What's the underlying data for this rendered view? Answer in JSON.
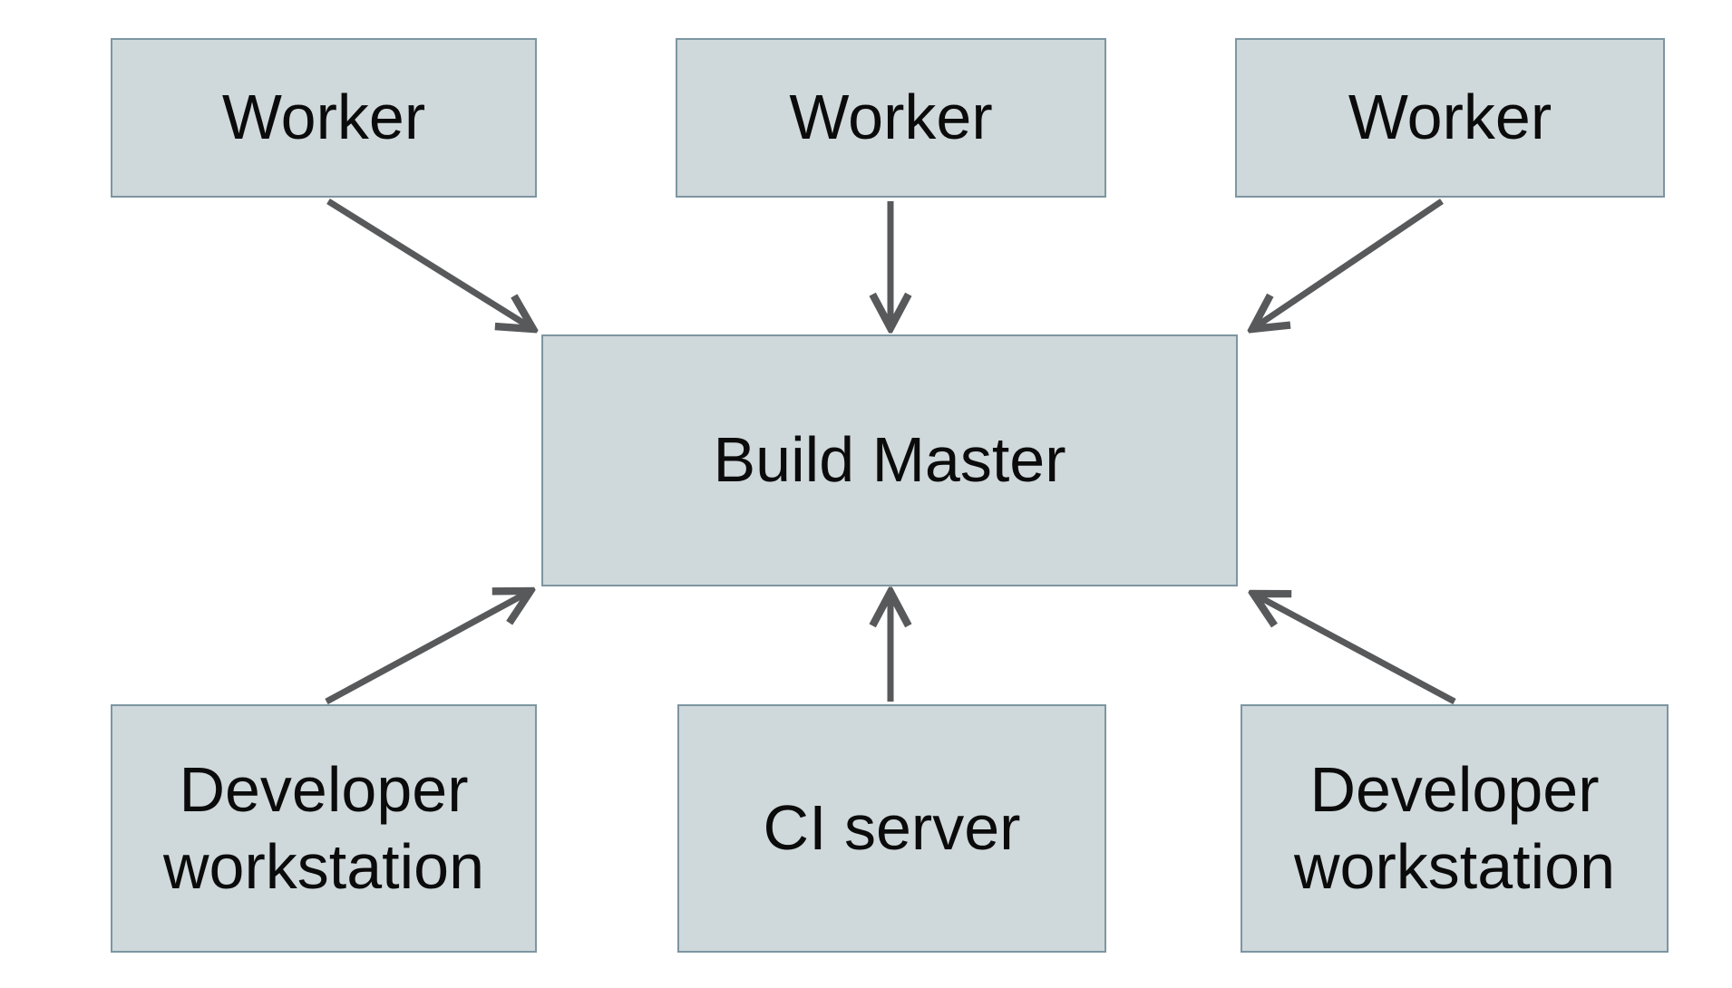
{
  "diagram": {
    "type": "architecture-diagram",
    "background_color": "#ffffff",
    "colors": {
      "node_fill": "#cfd8db",
      "node_border": "#7d96a1",
      "arrow": "#58595b",
      "label_text": "#0b0b0b"
    },
    "nodes": {
      "worker1": {
        "label": "Worker"
      },
      "worker2": {
        "label": "Worker"
      },
      "worker3": {
        "label": "Worker"
      },
      "build_master": {
        "label": "Build Master"
      },
      "dev_workstation_left": {
        "label": "Developer workstation"
      },
      "ci_server": {
        "label": "CI server"
      },
      "dev_workstation_right": {
        "label": "Developer workstation"
      }
    },
    "edges": [
      {
        "from": "worker1",
        "to": "build_master",
        "direction": "into-top-left"
      },
      {
        "from": "worker2",
        "to": "build_master",
        "direction": "into-top-center"
      },
      {
        "from": "worker3",
        "to": "build_master",
        "direction": "into-top-right"
      },
      {
        "from": "dev_workstation_left",
        "to": "build_master",
        "direction": "into-bottom-left"
      },
      {
        "from": "ci_server",
        "to": "build_master",
        "direction": "into-bottom-center"
      },
      {
        "from": "dev_workstation_right",
        "to": "build_master",
        "direction": "into-bottom-right"
      }
    ]
  }
}
